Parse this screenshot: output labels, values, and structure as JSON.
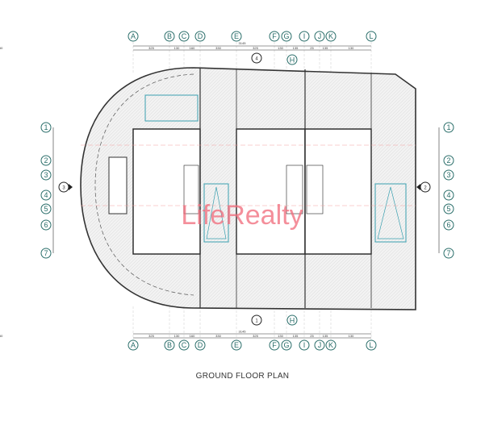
{
  "title": "GROUND FLOOR PLAN",
  "watermark": "LifeRealty",
  "grid_columns": [
    "A",
    "B",
    "C",
    "D",
    "E",
    "F",
    "G",
    "I",
    "J",
    "K",
    "L"
  ],
  "grid_rows": [
    "1",
    "2",
    "3",
    "4",
    "5",
    "6",
    "7"
  ],
  "column_dimensions": [
    "325",
    "130",
    "160",
    "330",
    "325",
    "130",
    "135",
    "25",
    "135",
    "130",
    "350"
  ],
  "total_dimension": "3145",
  "extra_label_top": "H",
  "extra_label_bottom": "H",
  "section_markers": {
    "top": "4",
    "bottom": "1",
    "left": "3",
    "right": "2"
  },
  "colors": {
    "grid_bubble": "#2a6e6a",
    "stair_highlight": "#3aa0b0",
    "watermark": "#f06a7a",
    "walls": "#222222"
  }
}
